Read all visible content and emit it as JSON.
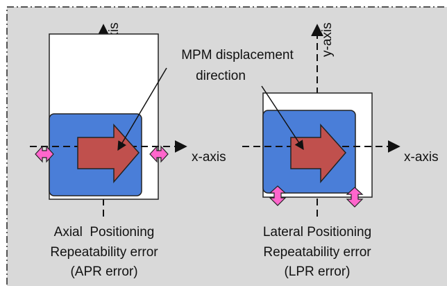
{
  "callout": {
    "line1": "MPM displacement",
    "line2": "direction"
  },
  "left_panel": {
    "y_axis_label": "y-axis",
    "x_axis_label": "x-axis",
    "caption": [
      "Axial  Positioning",
      "Repeatability error",
      "(APR error)"
    ]
  },
  "right_panel": {
    "y_axis_label": "y-axis",
    "x_axis_label": "x-axis",
    "caption": [
      "Lateral Positioning",
      "Repeatability error",
      "(LPR error)"
    ]
  },
  "colors": {
    "background": "#d9d9d9",
    "stage_fill": "#4a7ed8",
    "arrow_fill": "#c0504d",
    "error_marker": "#ff66cc",
    "frame_fill": "#ffffff"
  }
}
